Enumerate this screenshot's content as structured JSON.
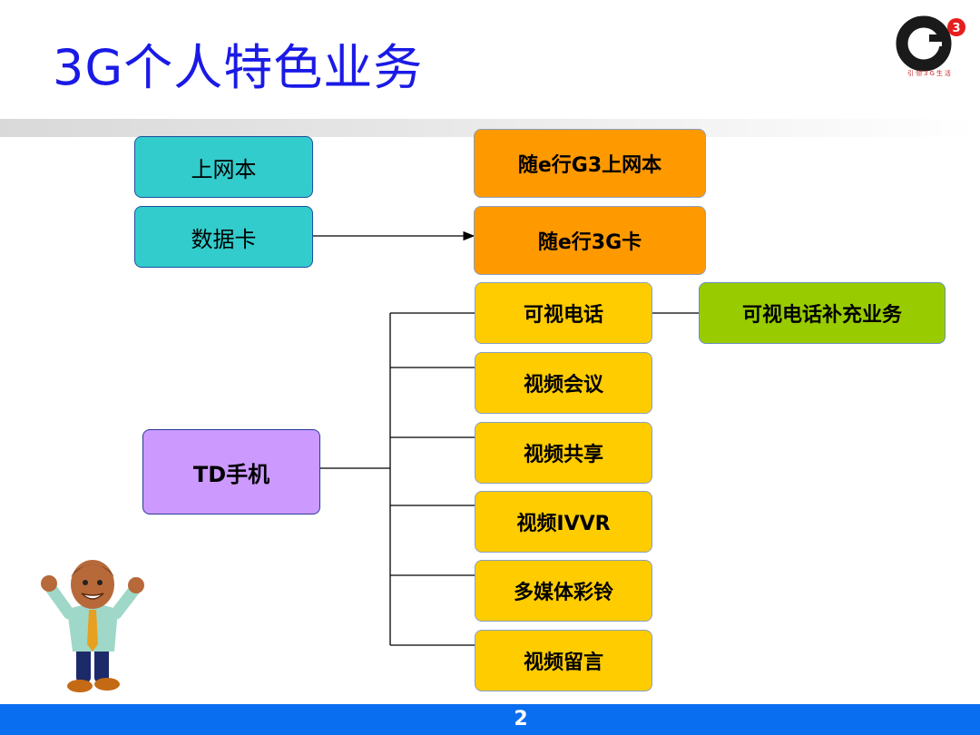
{
  "slide": {
    "title": "3G个人特色业务",
    "page_number": "2"
  },
  "logo": {
    "tagline": "引领3G生活",
    "colors": {
      "ring": "#1a1a1a",
      "badge": "#e61e1e"
    }
  },
  "diagram": {
    "nodes": {
      "netbook": "上网本",
      "datacard": "数据卡",
      "td_phone": "TD手机",
      "g3_netbook": "随e行G3上网本",
      "card_3g": "随e行3G卡",
      "videocall": "可视电话",
      "videocall_extra": "可视电话补充业务",
      "videoconf": "视频会议",
      "videoshare": "视频共享",
      "ivvr": "视频IVVR",
      "mm_ringtone": "多媒体彩铃",
      "video_message": "视频留言"
    },
    "colors": {
      "teal": "#33cccc",
      "orange": "#ff9900",
      "gold": "#ffcc00",
      "green": "#99cc00",
      "purple": "#cc99ff",
      "footer": "#0a6ef0",
      "title": "#1a1ae6"
    }
  }
}
